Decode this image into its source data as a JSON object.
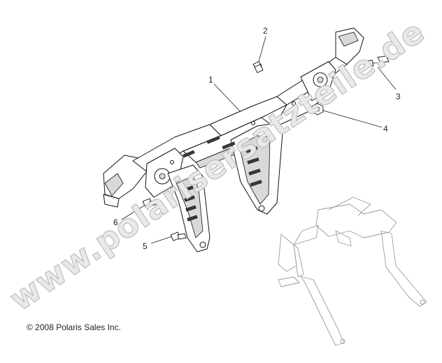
{
  "callouts": [
    {
      "id": "1",
      "label": "1"
    },
    {
      "id": "2",
      "label": "2"
    },
    {
      "id": "3",
      "label": "3"
    },
    {
      "id": "4",
      "label": "4"
    },
    {
      "id": "5",
      "label": "5"
    },
    {
      "id": "6",
      "label": "6"
    }
  ],
  "copyright": "© 2008 Polaris Sales Inc.",
  "watermark": "www.polarisersatzteile.de",
  "colors": {
    "line": "#111111",
    "ghost": "#9a9a9a",
    "watermark_fill": "#e9e9e9"
  },
  "icons": [
    "bumper-frame-icon",
    "bolt-icon",
    "screw-icon",
    "nut-icon",
    "reference-frame-icon"
  ]
}
